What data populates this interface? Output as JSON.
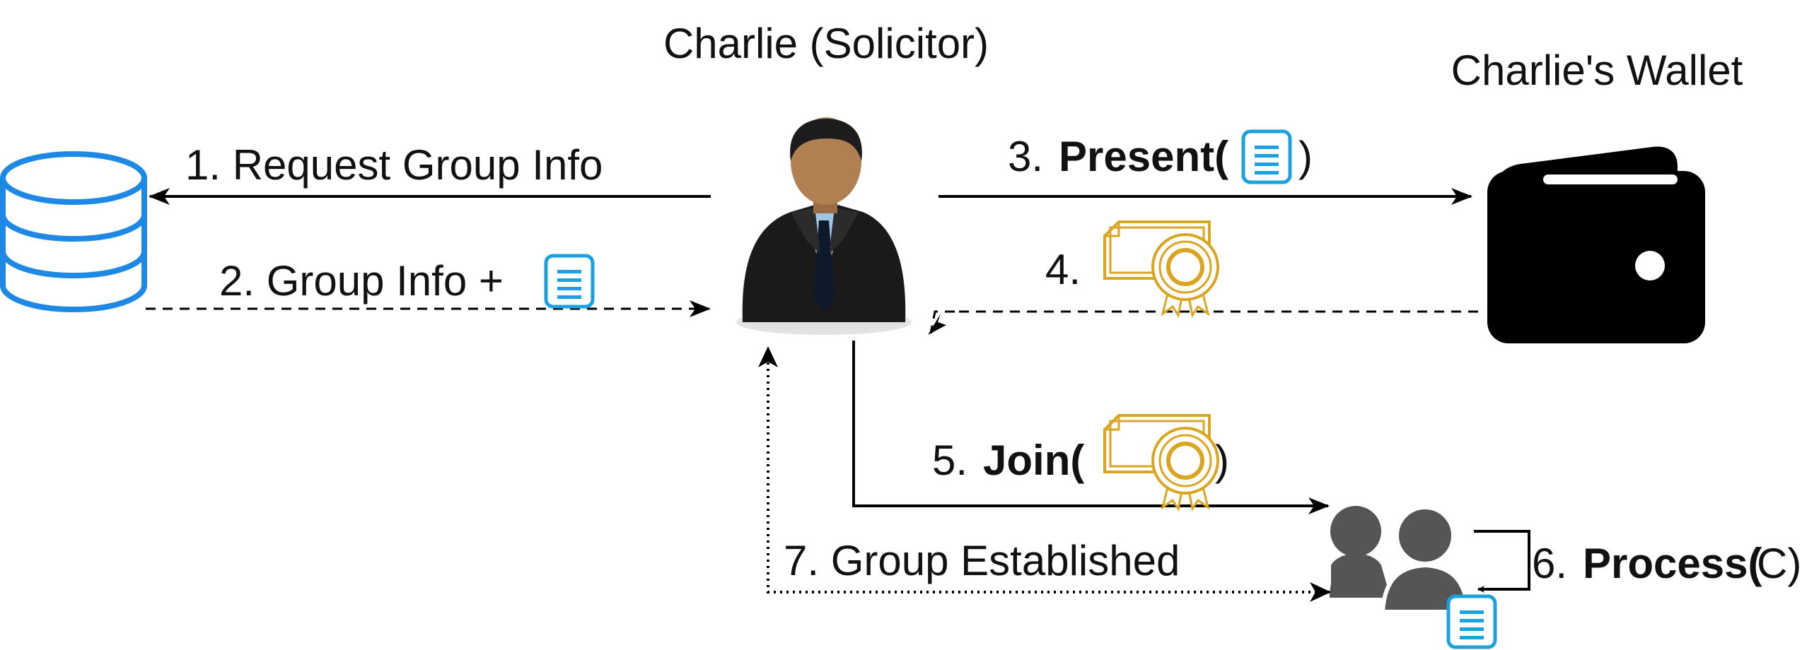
{
  "actors": {
    "solicitor": "Charlie (Solicitor)",
    "wallet": "Charlie's Wallet"
  },
  "steps": {
    "s1": "1. Request Group Info",
    "s2": "2. Group Info +",
    "s3_num": "3.",
    "s3_bold": "Present(",
    "s3_close": ")",
    "s4": "4.",
    "s5_num": "5.",
    "s5_bold": "Join(",
    "s5_close": ")",
    "s6_num": "6.",
    "s6_bold": "Process(",
    "s6_close": "C)",
    "s7": "7. Group Established"
  },
  "icons": {
    "database": "database-icon",
    "person": "solicitor-person-icon",
    "wallet": "wallet-icon",
    "document": "document-icon",
    "certificate": "certificate-icon",
    "group": "group-icon"
  },
  "colors": {
    "database": "#1E88E5",
    "document": "#1BA1E2",
    "certificate": "#DAA520",
    "arrow": "#000000",
    "group": "#555555"
  }
}
